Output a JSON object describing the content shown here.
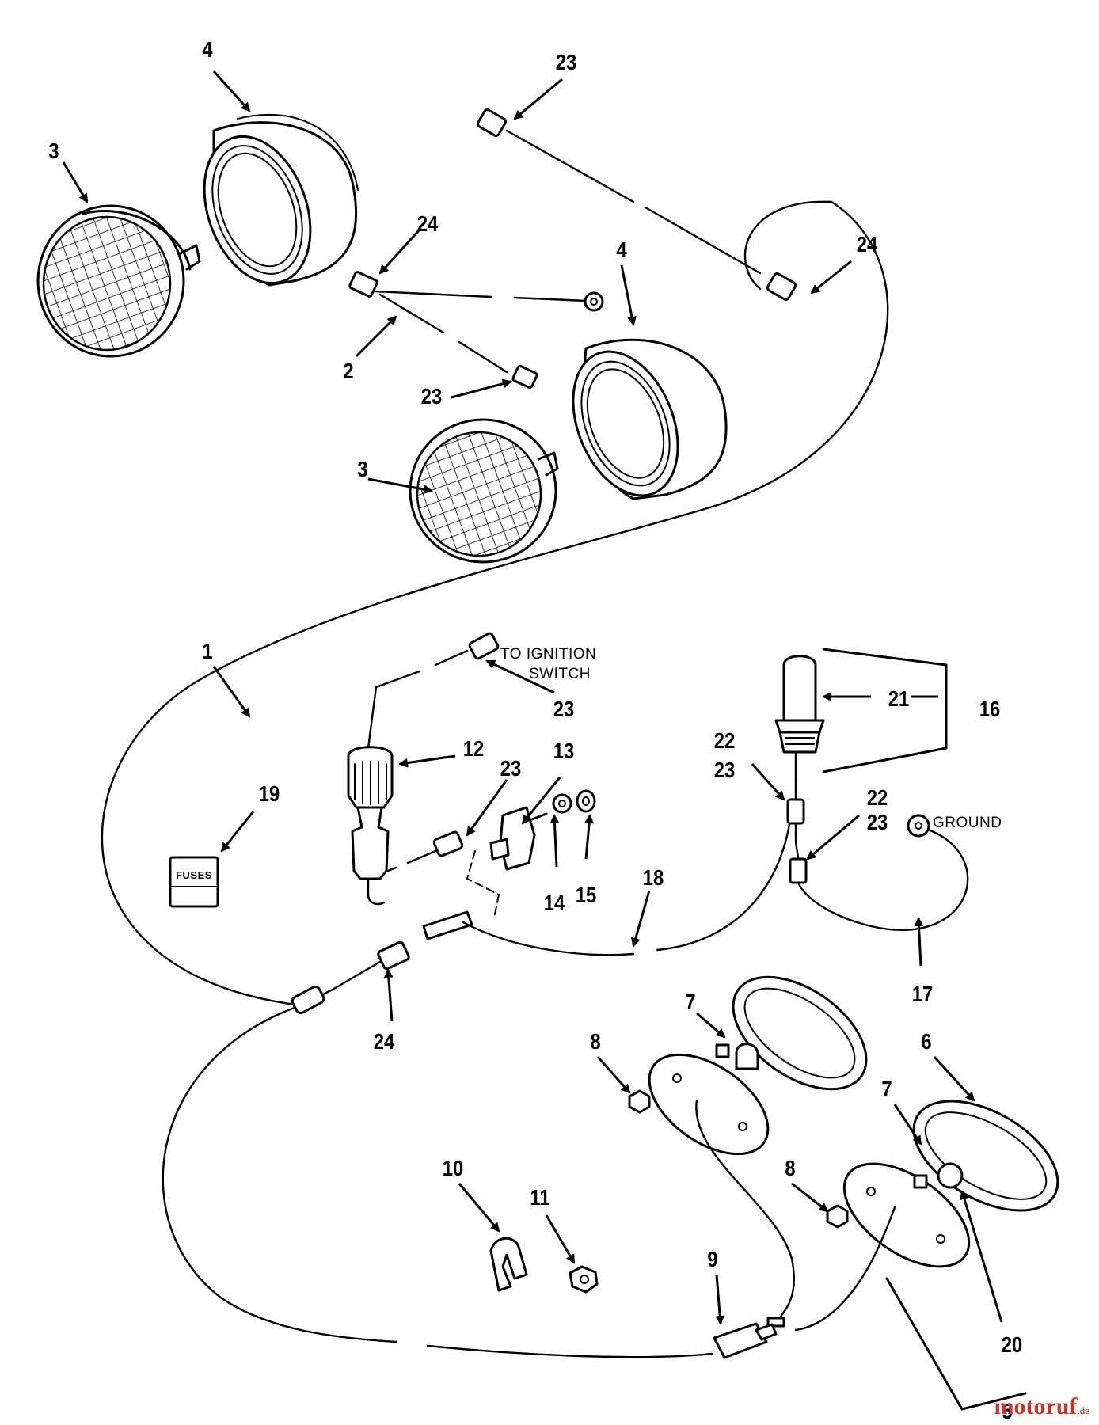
{
  "callouts": {
    "c1": "1",
    "c2": "2",
    "c3a": "3",
    "c3b": "3",
    "c4a": "4",
    "c4b": "4",
    "c5": "5",
    "c6": "6",
    "c7a": "7",
    "c7b": "7",
    "c8a": "8",
    "c8b": "8",
    "c9": "9",
    "c10": "10",
    "c11": "11",
    "c12": "12",
    "c13": "13",
    "c14": "14",
    "c15": "15",
    "c16": "16",
    "c17": "17",
    "c18": "18",
    "c19": "19",
    "c20": "20",
    "c21": "21",
    "c22a": "22",
    "c22b": "22",
    "c23a": "23",
    "c23b": "23",
    "c23c": "23",
    "c23d": "23",
    "c23e": "23",
    "c23f": "23",
    "c24a": "24",
    "c24b": "24",
    "c24c": "24"
  },
  "labels": {
    "ignition_line1": "TO IGNITION",
    "ignition_line2": "SWITCH",
    "ground": "GROUND",
    "fuses": "FUSES"
  },
  "watermark": {
    "main": "motoruf",
    "suffix": ".de"
  }
}
